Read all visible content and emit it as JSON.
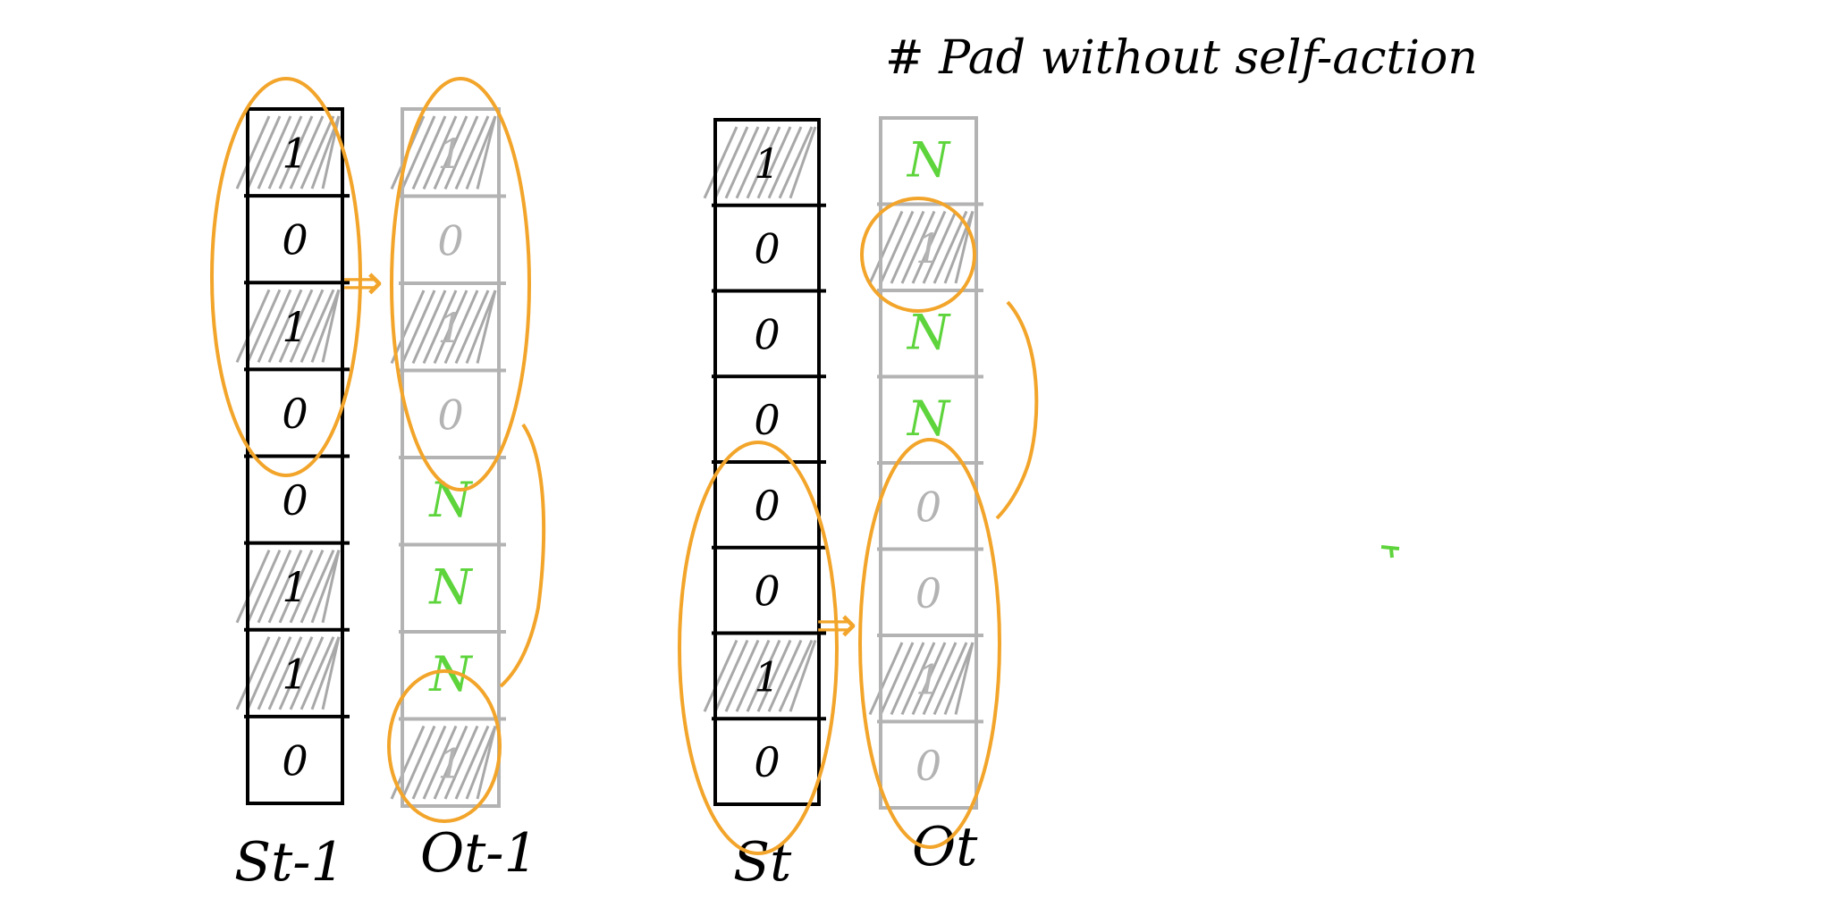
{
  "title": "# Pad without self-action",
  "colors": {
    "ink": "#000000",
    "gray": "#b3b3b3",
    "hatch": "#a8a8a8",
    "green": "#5ed43c",
    "orange": "#f2a52a"
  },
  "columns": [
    {
      "id": "s_t_minus_1",
      "label": "St-1",
      "style": "black",
      "cells": [
        {
          "text": "1",
          "shaded": true,
          "color": "ink"
        },
        {
          "text": "0",
          "shaded": false,
          "color": "ink"
        },
        {
          "text": "1",
          "shaded": true,
          "color": "ink"
        },
        {
          "text": "0",
          "shaded": false,
          "color": "ink"
        },
        {
          "text": "0",
          "shaded": false,
          "color": "ink"
        },
        {
          "text": "1",
          "shaded": true,
          "color": "ink"
        },
        {
          "text": "1",
          "shaded": true,
          "color": "ink"
        },
        {
          "text": "0",
          "shaded": false,
          "color": "ink"
        }
      ]
    },
    {
      "id": "o_t_minus_1",
      "label": "Ot-1",
      "style": "gray",
      "cells": [
        {
          "text": "1",
          "shaded": true,
          "color": "gray"
        },
        {
          "text": "0",
          "shaded": false,
          "color": "gray"
        },
        {
          "text": "1",
          "shaded": true,
          "color": "gray"
        },
        {
          "text": "0",
          "shaded": false,
          "color": "gray"
        },
        {
          "text": "N",
          "shaded": false,
          "color": "green"
        },
        {
          "text": "N",
          "shaded": false,
          "color": "green"
        },
        {
          "text": "N",
          "shaded": false,
          "color": "green"
        },
        {
          "text": "1",
          "shaded": true,
          "color": "gray"
        }
      ]
    },
    {
      "id": "s_t",
      "label": "St",
      "style": "black",
      "cells": [
        {
          "text": "1",
          "shaded": true,
          "color": "ink"
        },
        {
          "text": "0",
          "shaded": false,
          "color": "ink"
        },
        {
          "text": "0",
          "shaded": false,
          "color": "ink"
        },
        {
          "text": "0",
          "shaded": false,
          "color": "ink"
        },
        {
          "text": "0",
          "shaded": false,
          "color": "ink"
        },
        {
          "text": "0",
          "shaded": false,
          "color": "ink"
        },
        {
          "text": "1",
          "shaded": true,
          "color": "ink"
        },
        {
          "text": "0",
          "shaded": false,
          "color": "ink"
        }
      ]
    },
    {
      "id": "o_t",
      "label": "Ot",
      "style": "gray",
      "cells": [
        {
          "text": "N",
          "shaded": false,
          "color": "green"
        },
        {
          "text": "1",
          "shaded": true,
          "color": "gray"
        },
        {
          "text": "N",
          "shaded": false,
          "color": "green"
        },
        {
          "text": "N",
          "shaded": false,
          "color": "green"
        },
        {
          "text": "0",
          "shaded": false,
          "color": "gray"
        },
        {
          "text": "0",
          "shaded": false,
          "color": "gray"
        },
        {
          "text": "1",
          "shaded": true,
          "color": "gray"
        },
        {
          "text": "0",
          "shaded": false,
          "color": "gray"
        }
      ]
    }
  ],
  "arrows": [
    {
      "symbol": "⇒",
      "from": "s_t_minus_1",
      "to": "o_t_minus_1"
    },
    {
      "symbol": "⇒",
      "from": "s_t",
      "to": "o_t"
    }
  ]
}
